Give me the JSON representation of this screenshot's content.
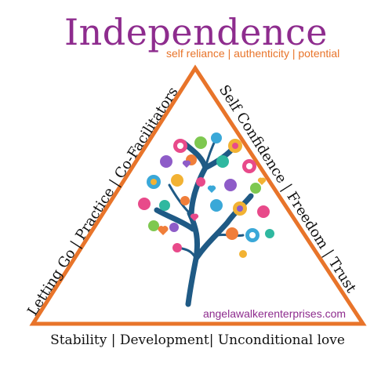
{
  "title": "Independence",
  "subtitle": "self reliance | authenticity |  potential",
  "left_side": "Letting Go | Practice | Co-Facilitators",
  "right_side": "Self Confidence | Freedom | Trust",
  "bottom_side": "Stability |  Development| Unconditional love",
  "website": "angelawalkerenterprises.com",
  "colors": {
    "title": "#8e2c8e",
    "subtitle": "#e8742a",
    "triangle": "#e8742a",
    "trunk": "#1f5a85",
    "website": "#8e2c8e"
  },
  "icons": [
    "tree-icon"
  ]
}
